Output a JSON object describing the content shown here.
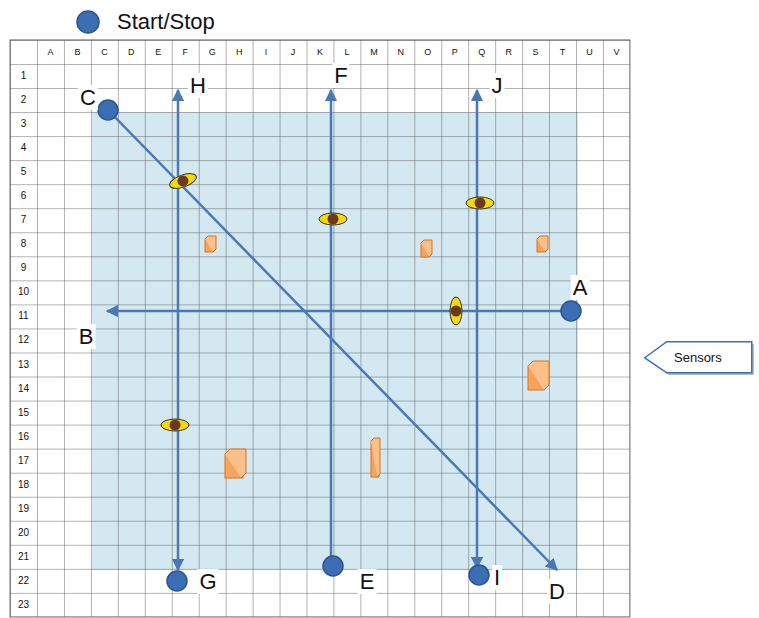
{
  "diagram": {
    "nodes": [
      {
        "text": [
          "Sensors"
        ]
      }
    ],
    "labels": [
      "A",
      "B",
      "C",
      "D",
      "E",
      "F",
      "G",
      "H",
      "I",
      "J",
      "K",
      "L",
      "M",
      "N",
      "O",
      "P",
      "Q",
      "R",
      "S",
      "T",
      "U",
      "V",
      "1",
      "2",
      "3",
      "4",
      "5",
      "6",
      "7",
      "8",
      "9",
      "10",
      "11",
      "12",
      "13",
      "14",
      "15",
      "16",
      "17",
      "18",
      "19",
      "20",
      "21",
      "22",
      "23",
      "C",
      "H",
      "F",
      "J",
      "A",
      "B",
      "D",
      "G",
      "E",
      "I"
    ],
    "legend": [
      {
        "text": "Start/Stop"
      }
    ]
  }
}
